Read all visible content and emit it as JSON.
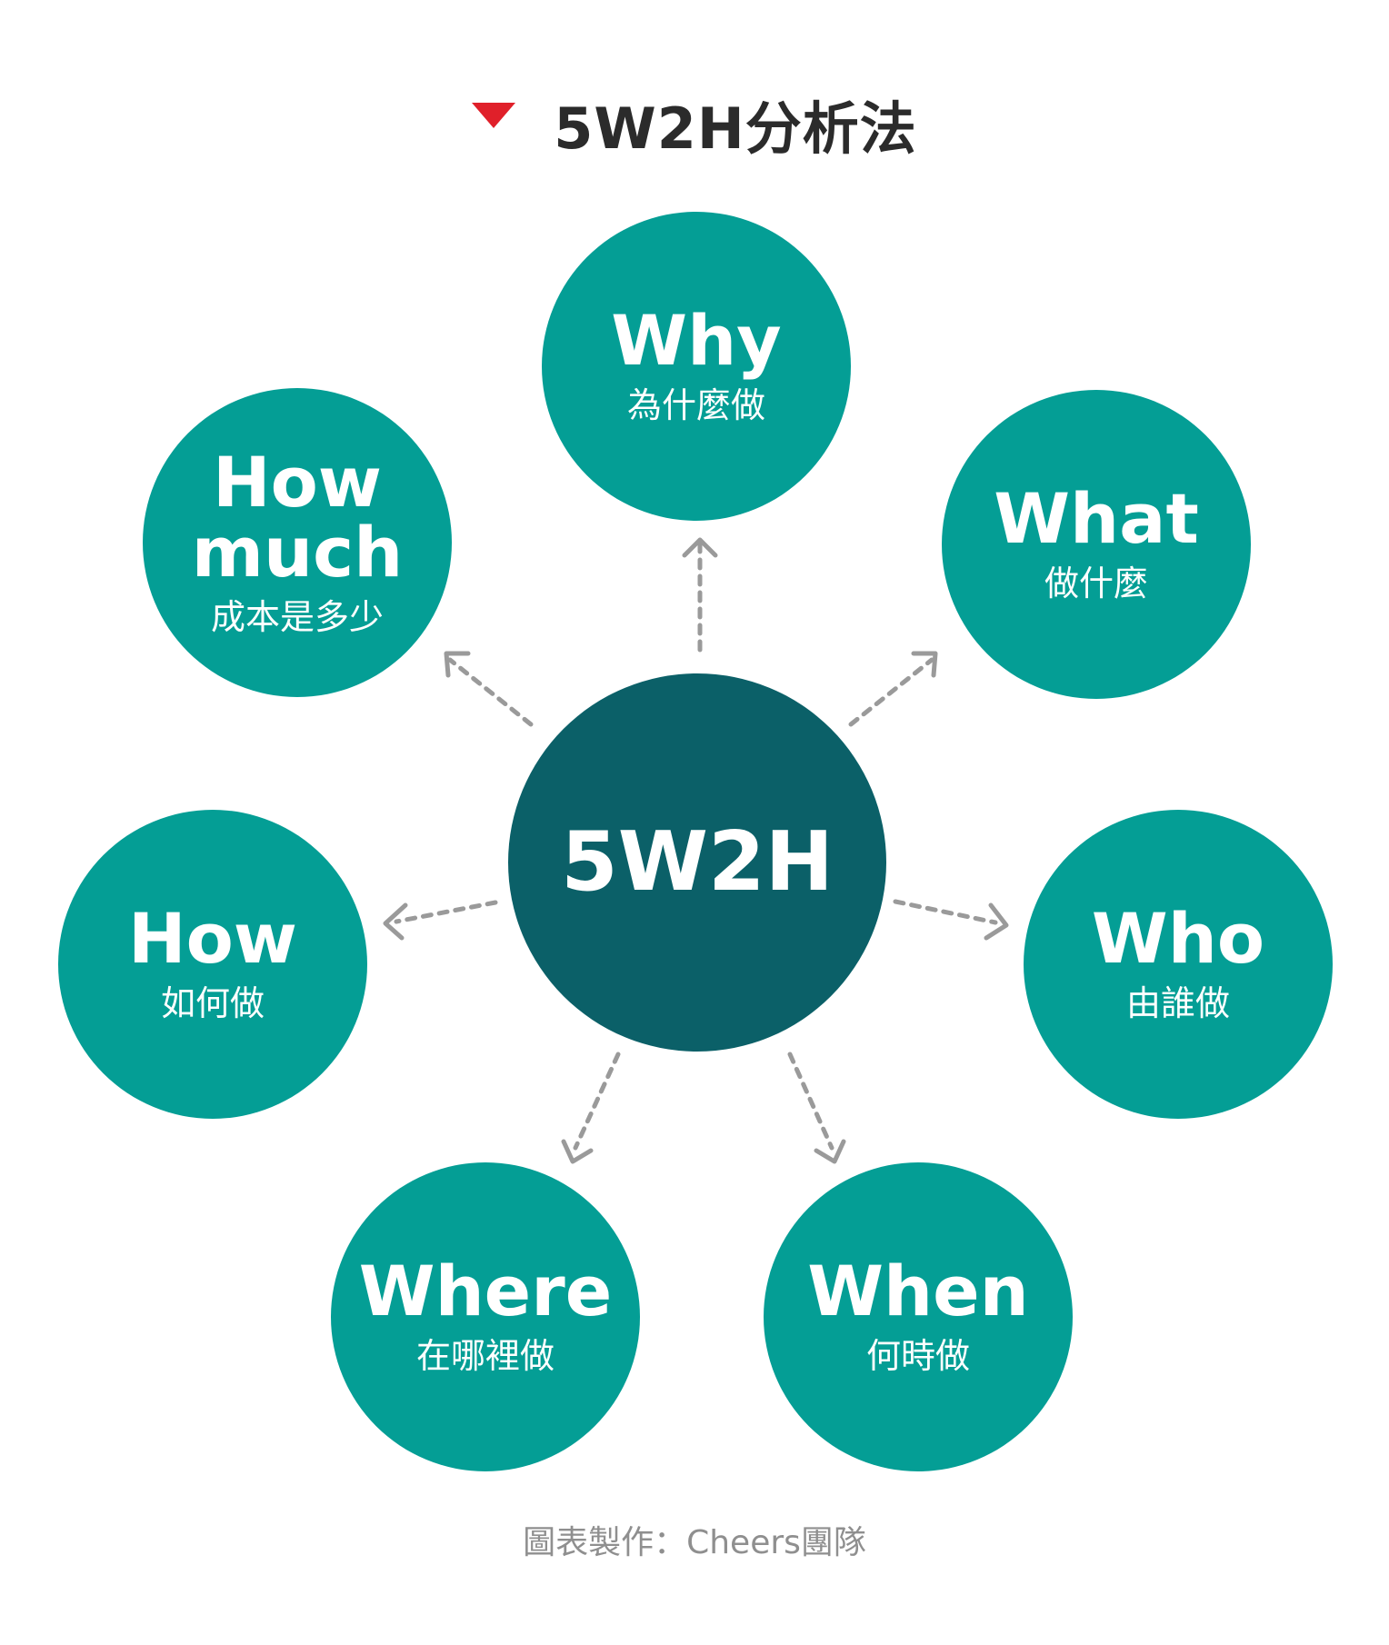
{
  "title": "5W2H分析法",
  "colors": {
    "accent_marker": "#e0202a",
    "node": "#049e95",
    "center_node": "#0b6068",
    "arrow": "#9a9a9a"
  },
  "center": {
    "label": "5W2H"
  },
  "nodes": {
    "why": {
      "label": "Why",
      "sub": "為什麼做"
    },
    "what": {
      "label": "What",
      "sub": "做什麼"
    },
    "who": {
      "label": "Who",
      "sub": "由誰做"
    },
    "when": {
      "label": "When",
      "sub": "何時做"
    },
    "where": {
      "label": "Where",
      "sub": "在哪裡做"
    },
    "how": {
      "label": "How",
      "sub": "如何做"
    },
    "how_much": {
      "label_line1": "How",
      "label_line2": "much",
      "sub": "成本是多少"
    }
  },
  "footer": "圖表製作：Cheers團隊"
}
